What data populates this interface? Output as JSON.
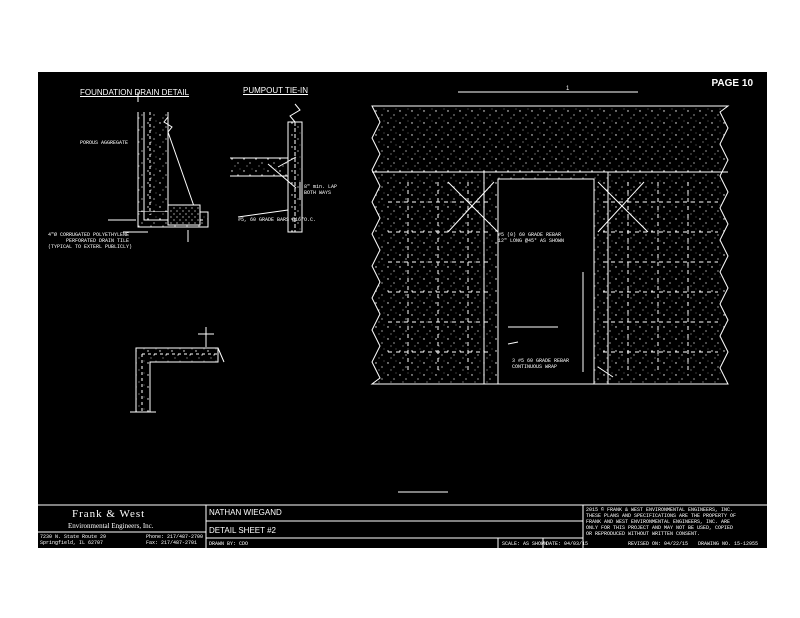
{
  "page": {
    "label": "PAGE 10"
  },
  "details": {
    "foundation_title": "FOUNDATION DRAIN DETAIL",
    "pumpout_title": "PUMPOUT TIE-IN",
    "porous": "POROUS AGGREGATE",
    "poly1": "4\"Ø CORRUGATED POLYETHYLENE",
    "poly2": "PERFORATED DRAIN TILE",
    "poly3": "(TYPICAL TO EXTERL PUBLICLY)",
    "lap1": "8\" min. LAP",
    "lap2": "BOTH WAYS",
    "rebar_note": "#5, 60 GRADE BARS @16\"O.C.",
    "rebar_grid1": "#5 (0) 60 GRADE REBAR",
    "rebar_grid2": "12\" LONG @45° AS SHOWN",
    "continuous1": "3 #5 60 GRADE REBAR",
    "continuous2": "CONTINUOUS WRAP",
    "dim_one": "1"
  },
  "titleblock": {
    "company": "Frank & West",
    "company_sub": "Environmental Engineers, Inc.",
    "address1": "7230 N. State Route 29",
    "address2": "Springfield, IL 62707",
    "phone": "Phone: 217/487-2700",
    "fax": "Fax: 217/487-2701",
    "client": "NATHAN WIEGAND",
    "sheet_title": "DETAIL SHEET #2",
    "drawn_by": "DRAWN BY: CDO",
    "scale": "SCALE: AS SHOWN",
    "date": "DATE: 04/03/15",
    "revised": "REVISED ON: 04/22/15",
    "drawing_no": "DRAWING NO. 15-12955",
    "copyright1": "2015 © FRANK & WEST ENVIRONMENTAL ENGINEERS, INC.",
    "copyright2": "THESE PLANS AND SPECIFICATIONS ARE THE PROPERTY OF",
    "copyright3": "FRANK AND WEST ENVIRONMENTAL ENGINEERS, INC. ARE",
    "copyright4": "ONLY FOR THIS PROJECT AND MAY NOT BE USED, COPIED",
    "copyright5": "OR REPRODUCED WITHOUT WRITTEN CONSENT."
  }
}
